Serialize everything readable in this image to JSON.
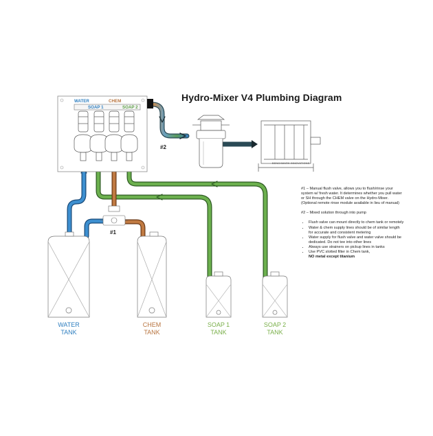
{
  "title": "Hydro-Mixer V4 Plumbing Diagram",
  "mixer_labels": {
    "water": "WATER",
    "chem": "CHEM",
    "soap1": "SOAP 1",
    "soap2": "SOAP 2"
  },
  "callouts": {
    "flush_valve": "#1",
    "mixed_out": "#2"
  },
  "reel_brand": "BENCHMARK INNOVATIONS",
  "tanks": {
    "water": {
      "line1": "WATER",
      "line2": "TANK"
    },
    "chem": {
      "line1": "CHEM",
      "line2": "TANK"
    },
    "soap1": {
      "line1": "SOAP 1",
      "line2": "TANK"
    },
    "soap2": {
      "line1": "SOAP 2",
      "line2": "TANK"
    }
  },
  "notes": {
    "note1": "#1 – Manual flush valve, allows you to flush/rinse your system w/ fresh water. It determines whether you pull water or SH through the CHEM valve on the Hydro-Mixer. (Optional remote rinse module available in lieu of manual)",
    "note2": "#2 – Mixed solution through into pump",
    "bullets": [
      "Flush valve can mount directly to chem tank or remotely",
      "Water & chem supply lines should be of similar length for accurate and consistent metering",
      "Water supply for flush valve and water valve should be dedicated. Do not tee into other lines",
      "Always use strainers on pickup lines in tanks",
      "Use PVC slotted filter in Chem tank,"
    ],
    "bullet_bold": "NO metal except titanium"
  },
  "colors": {
    "water": "#2f7fc0",
    "chem": "#b8743f",
    "soap": "#5fa04a",
    "soap_label": "#7ab04a",
    "mixed": "#3a8a9a"
  }
}
